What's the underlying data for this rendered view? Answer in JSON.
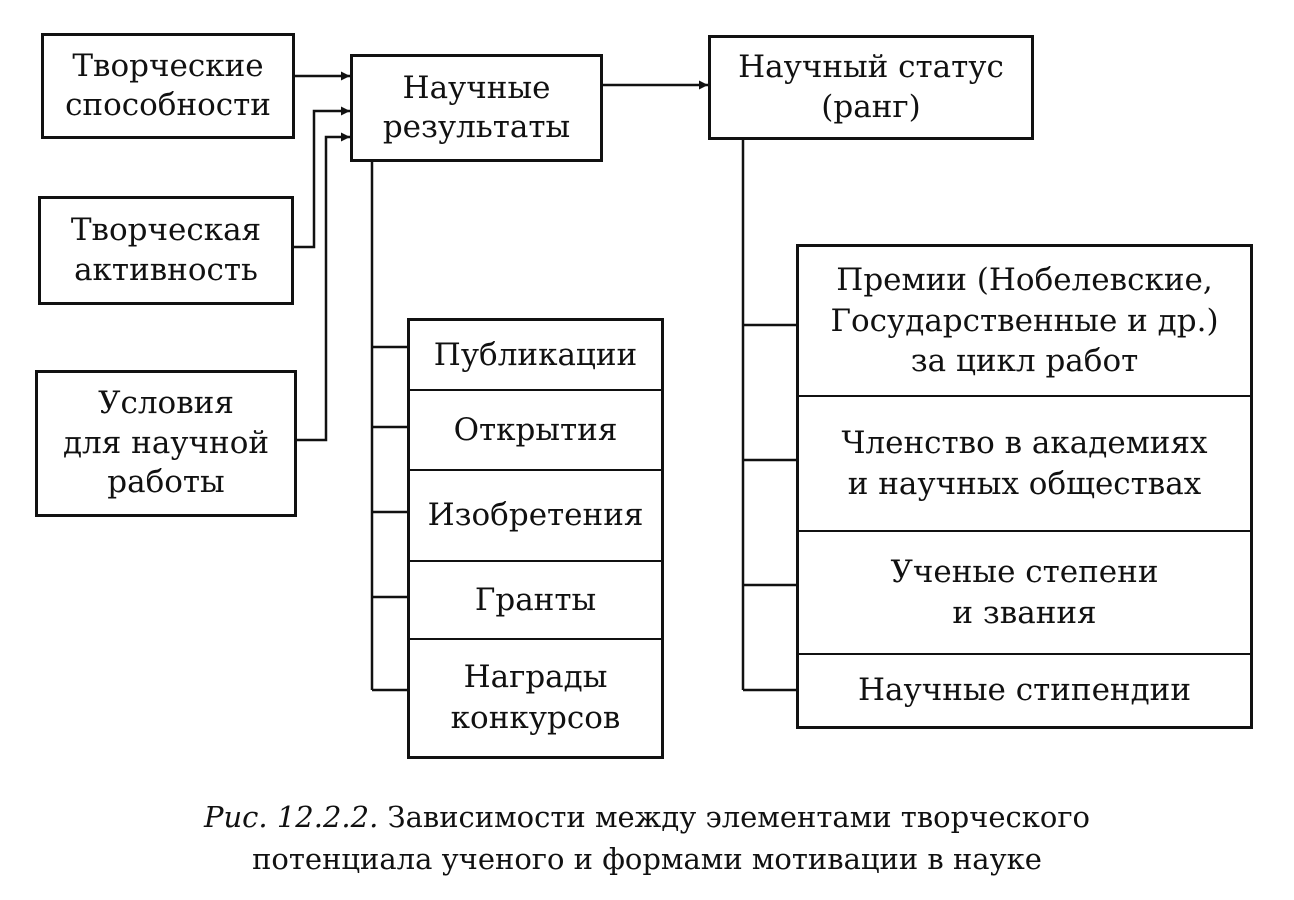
{
  "inputs": [
    {
      "id": "creative-abilities",
      "label": "Творческие\nспособности"
    },
    {
      "id": "creative-activity",
      "label": "Творческая\nактивность"
    },
    {
      "id": "work-conditions",
      "label": "Условия\nдля научной\nработы"
    }
  ],
  "results": {
    "title": "Научные\nрезультаты",
    "items": [
      "Публикации",
      "Открытия",
      "Изобретения",
      "Гранты",
      "Награды\nконкурсов"
    ]
  },
  "status": {
    "title": "Научный статус\n(ранг)",
    "items": [
      "Премии (Нобелевские,\nГосударственные и др.)\nза цикл работ",
      "Членство в академиях\nи научных обществах",
      "Ученые степени\nи звания",
      "Научные стипендии"
    ]
  },
  "caption": {
    "figure": "Рис. 12.2.2.",
    "text": "Зависимости между элементами творческого\nпотенциала ученого и формами мотивации в науке"
  },
  "colors": {
    "ink": "#111111",
    "paper": "#ffffff"
  }
}
